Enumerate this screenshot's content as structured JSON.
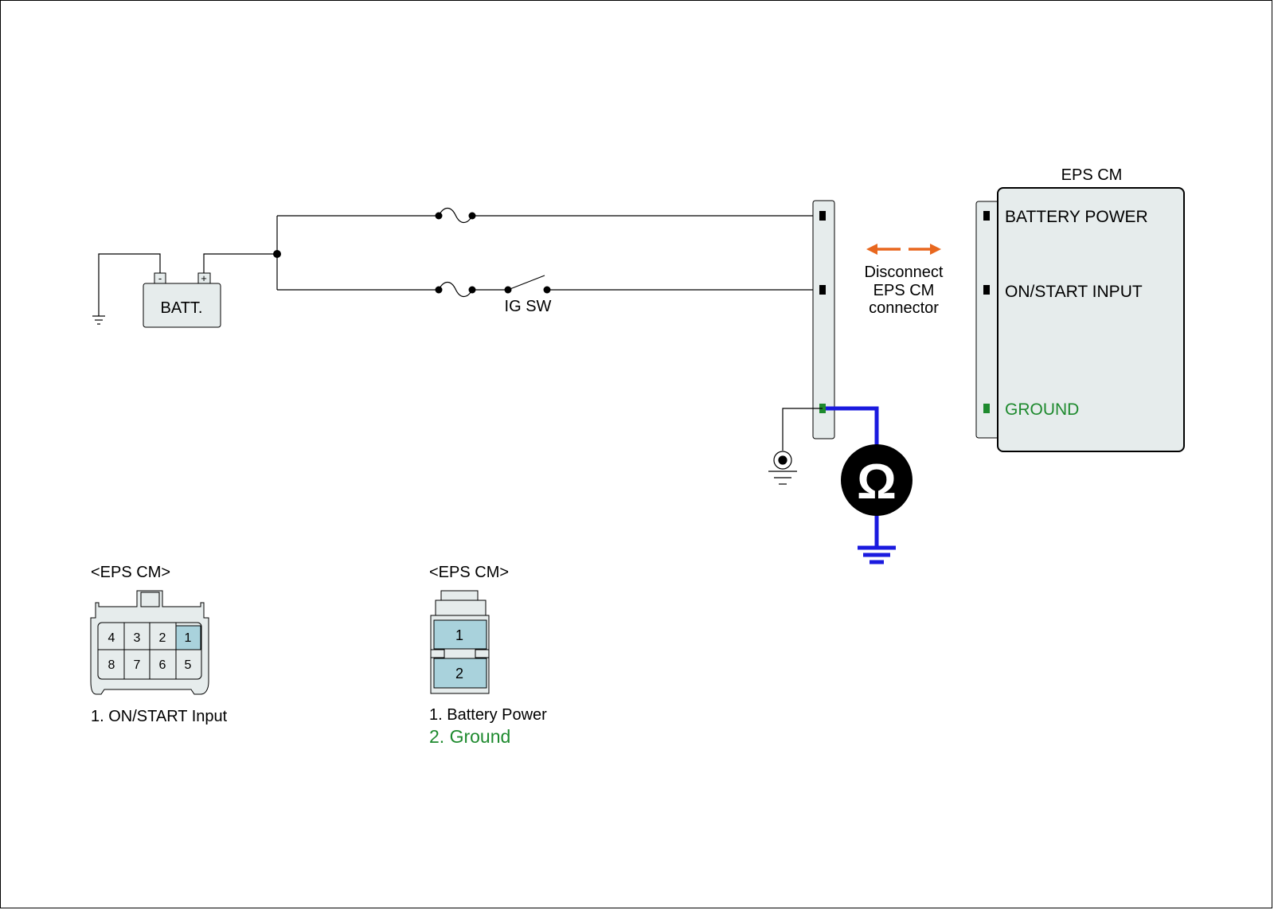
{
  "colors": {
    "wire": "#000000",
    "measurement_wire": "#1a1adf",
    "ground_text": "#1e8a2e",
    "arrow": "#e8671e",
    "connector_fill": "#e6ecec",
    "pin_highlight": "#a9d2dc"
  },
  "battery": {
    "label": "BATT.",
    "neg": "-",
    "pos": "+"
  },
  "ig_switch": {
    "label": "IG SW"
  },
  "disconnect_note": {
    "line1": "Disconnect",
    "line2": "EPS CM",
    "line3": "connector"
  },
  "module": {
    "title": "EPS CM",
    "pins": {
      "battery_power": "BATTERY POWER",
      "on_start_input": "ON/START INPUT",
      "ground": "GROUND"
    }
  },
  "meter": {
    "icon": "ohmmeter-icon",
    "symbol": "Ω"
  },
  "connector_8pin": {
    "title": "<EPS CM>",
    "pins_top": [
      "4",
      "3",
      "2",
      "1"
    ],
    "pins_bottom": [
      "8",
      "7",
      "6",
      "5"
    ],
    "legend": "1. ON/START Input"
  },
  "connector_2pin": {
    "title": "<EPS CM>",
    "pins": [
      "1",
      "2"
    ],
    "legend1": "1. Battery Power",
    "legend2": "2. Ground"
  }
}
